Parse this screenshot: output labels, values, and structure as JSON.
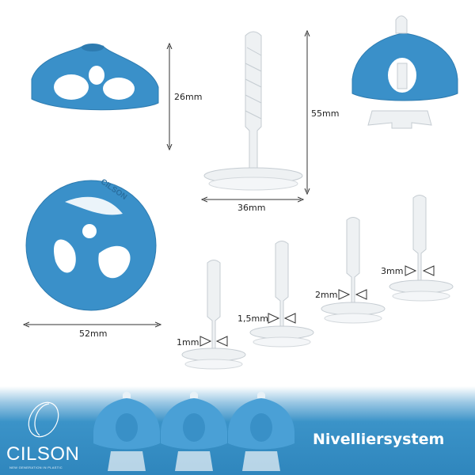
{
  "dimensions": {
    "cap_height": "26mm",
    "clip_height": "55mm",
    "clip_base_width": "36mm",
    "cap_diameter": "52mm",
    "clip_1": "1mm",
    "clip_1_5": "1,5mm",
    "clip_2": "2mm",
    "clip_3": "3mm"
  },
  "cap_text": "CILSON",
  "banner": {
    "brand": "CILSON",
    "tagline": "NEW GENERATION IN PLASTIC",
    "title": "Nivelliersystem"
  },
  "colors": {
    "cap_blue": "#3a90c9",
    "banner_blue": "#2f86bd"
  }
}
